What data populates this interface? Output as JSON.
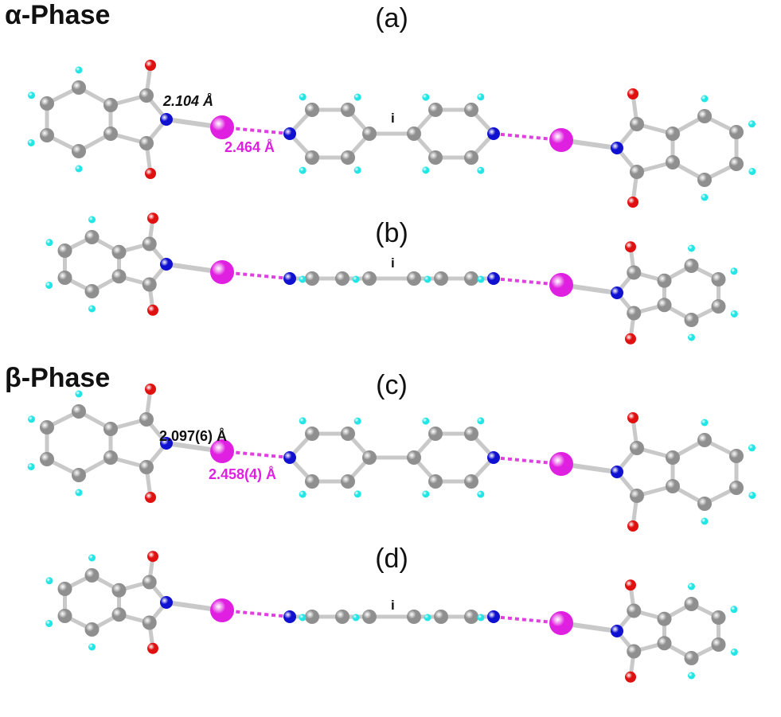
{
  "phases": {
    "alpha": "α-Phase",
    "beta": "β-Phase"
  },
  "panels": {
    "a": "(a)",
    "b": "(b)",
    "c": "(c)",
    "d": "(d)"
  },
  "distances": {
    "alpha_bond": "2.104 Å",
    "alpha_halogen": "2.464 Å",
    "beta_bond": "2.097(6) Å",
    "beta_halogen": "2.458(4) Å"
  },
  "inversion_label": "i",
  "colors": {
    "carbon": "#8f8f8f",
    "hydrogen": "#22e5e5",
    "nitrogen": "#1010d0",
    "oxygen": "#e01010",
    "iodine": "#e020e0",
    "halogen_bond": "#e040e0",
    "bond": "#c9c9c9",
    "bond_distance_text": "#111111",
    "halogen_distance_text": "#e020e0"
  }
}
